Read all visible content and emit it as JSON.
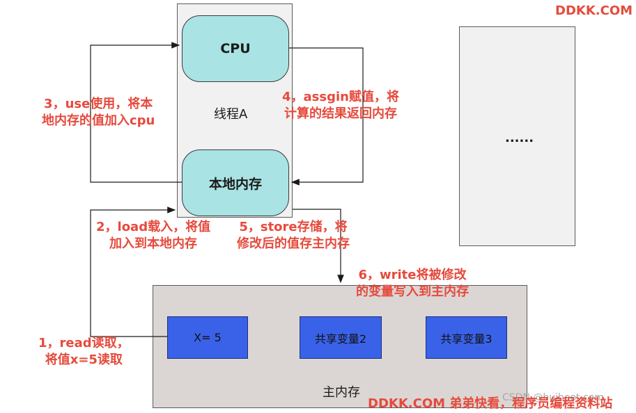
{
  "brand": {
    "top_right": "DDKK.COM",
    "bottom": "DDKK.COM 弟弟快看，程序员编程资料站"
  },
  "watermark": "CSDN @huihoot.com",
  "thread": {
    "label": "线程A",
    "cpu": "CPU",
    "local_memory": "本地内存"
  },
  "other_thread": {
    "label": "......"
  },
  "main_memory": {
    "label": "主内存",
    "vars": [
      "X= 5",
      "共享变量2",
      "共享变量3"
    ]
  },
  "steps": {
    "s1": [
      "1，read读取，",
      "将值x=5读取"
    ],
    "s2": [
      "2，load载入，将值",
      "加入到本地内存"
    ],
    "s3": [
      "3，use使用，将本",
      "地内存的值加入cpu"
    ],
    "s4": [
      "4，assgin赋值，将",
      "计算的结果返回内存"
    ],
    "s5": [
      "5，store存储，将",
      "修改后的值存主内存"
    ],
    "s6": [
      "6，write将被修改",
      "的变量写入到主内存"
    ]
  },
  "colors": {
    "accent_red": "#e64a3c",
    "pill_fill": "#a9e3e3",
    "var_fill": "#3a62e8",
    "main_fill": "#dbd6d4",
    "box_fill": "#f1f1f1"
  }
}
